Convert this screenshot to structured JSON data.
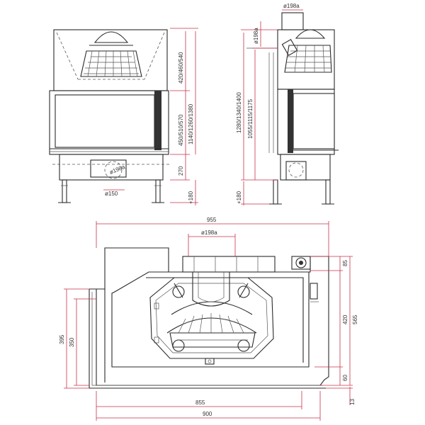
{
  "front_view": {
    "dim_height_top": "420/460/540",
    "dim_height_door": "450/510/570",
    "dim_height_total": "1140/1260/1380",
    "dim_base": "270",
    "dim_leg_left": "+180",
    "dim_flue_side": "ø198a",
    "dim_flue_bottom": "ø150"
  },
  "side_view": {
    "dim_flue_top": "ø198a",
    "dim_flue_side": "ø198a",
    "dim_height_a": "1280/1340/1400",
    "dim_height_b": "1055/1115/1175",
    "dim_leg": "+180"
  },
  "plan_view": {
    "dim_width_total": "955",
    "dim_flue": "ø198a",
    "dim_85": "85",
    "dim_420": "420",
    "dim_565": "565",
    "dim_60": "60",
    "dim_13": "13",
    "dim_395": "395",
    "dim_350": "350",
    "dim_855": "855",
    "dim_900": "900"
  }
}
